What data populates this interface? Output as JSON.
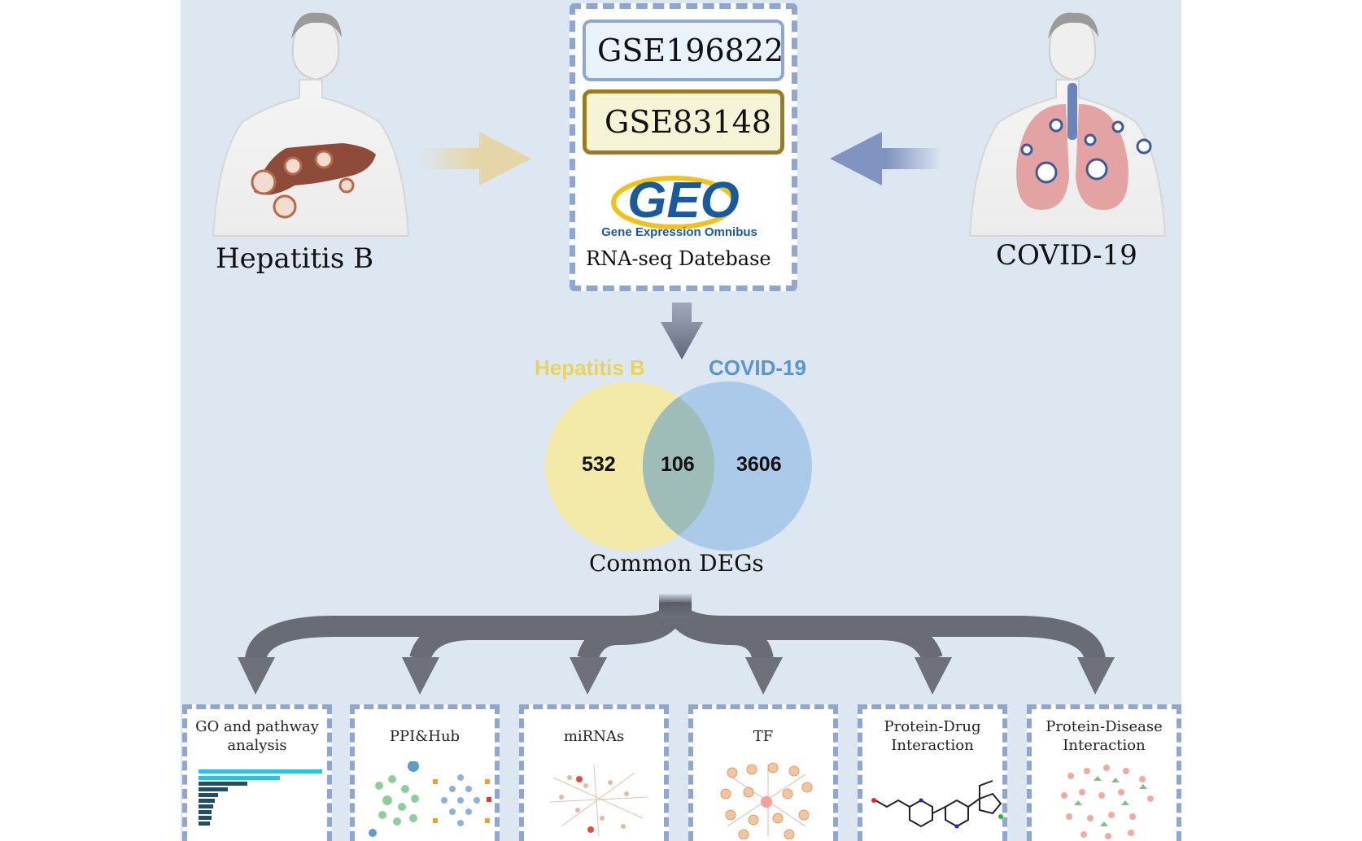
{
  "left_disease": {
    "label": "Hepatitis B"
  },
  "right_disease": {
    "label": "COVID-19"
  },
  "database": {
    "datasets": [
      "GSE196822",
      "GSE83148"
    ],
    "logo_text": "GEO",
    "logo_subtitle": "Gene Expression Omnibus",
    "caption": "RNA-seq Datebase"
  },
  "venn": {
    "set_a_label": "Hepatitis B",
    "set_b_label": "COVID-19",
    "only_a": "532",
    "overlap": "106",
    "only_b": "3606",
    "caption": "Common DEGs"
  },
  "analyses": [
    {
      "title": "GO and pathway\nanalysis"
    },
    {
      "title": "PPI&Hub"
    },
    {
      "title": "miRNAs"
    },
    {
      "title": "TF"
    },
    {
      "title": "Protein-Drug\nInteraction"
    },
    {
      "title": "Protein-Disease\nInteraction"
    }
  ],
  "colors": {
    "background": "#dce7f1",
    "dashed_border": "#8fa6cf",
    "hepatitis_yellow": "#e8d45a",
    "covid_blue": "#5b95cf",
    "venn_yellow": "#f3e9a8",
    "venn_blue": "#a8c8e8",
    "arrow_grey": "#6c6f78"
  }
}
